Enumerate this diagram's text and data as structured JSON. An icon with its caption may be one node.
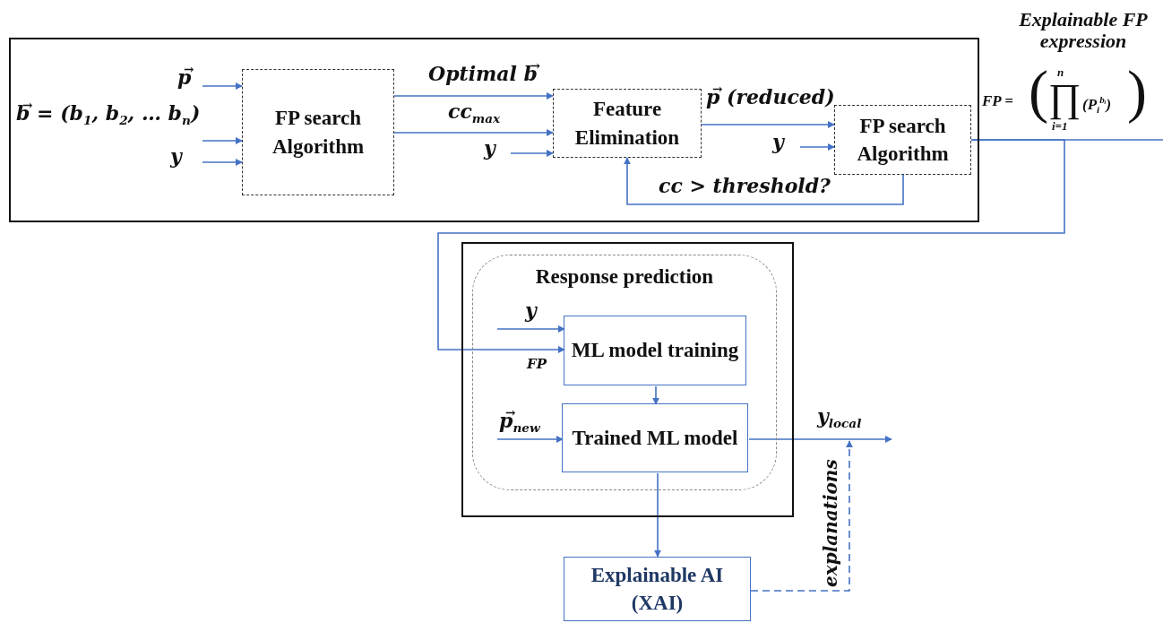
{
  "diagram": {
    "nodes": [
      {
        "text": [],
        "shape": "box"
      },
      {
        "text": [
          "FP search Algorithm"
        ],
        "in": 0
      },
      {
        "text": [
          "Feature Elimination"
        ],
        "in": 0
      },
      {
        "text": [
          "FP search Algorithm"
        ],
        "in": 0
      },
      {
        "text": [],
        "shape": "box"
      },
      {
        "text": [
          "Response prediction"
        ],
        "in": 4
      },
      {
        "text": [
          "ML model training"
        ],
        "in": 5
      },
      {
        "text": [
          "Trained ML model"
        ],
        "in": 5
      },
      {
        "text": [
          "Explainable AI (XAI)"
        ]
      }
    ],
    "edges": [
      {
        "from": null,
        "to": 1,
        "arrow": "to",
        "label": "p$^{→}$"
      },
      {
        "from": null,
        "to": 1,
        "arrow": "to",
        "label": "b$^{→}$ = (b$_{1}$, b$_{2}$, … b$_{n}$)"
      },
      {
        "from": null,
        "to": 1,
        "arrow": "to",
        "label": "y"
      },
      {
        "from": 1,
        "to": 2,
        "arrow": "to",
        "label": "Optimal b$^{→}$"
      },
      {
        "from": 1,
        "to": 2,
        "arrow": "to",
        "label": "cc$_{max}$"
      },
      {
        "from": null,
        "to": 2,
        "arrow": "to",
        "label": "y"
      },
      {
        "from": 2,
        "to": 3,
        "arrow": "to",
        "label": "p$^{→}$ (reduced)"
      },
      {
        "from": null,
        "to": 3,
        "arrow": "to",
        "label": "y"
      },
      {
        "from": 3,
        "to": 2,
        "arrow": "to",
        "label": "cc > threshold?"
      },
      {
        "from": 3,
        "to": null,
        "arrow": "none"
      },
      {
        "from": 3,
        "to": 6,
        "arrow": "to",
        "label": "FP"
      },
      {
        "from": null,
        "to": 6,
        "arrow": "to",
        "label": "y"
      },
      {
        "from": 6,
        "to": 7,
        "arrow": "to"
      },
      {
        "from": null,
        "to": 7,
        "arrow": "to",
        "label": "p$^{→}$$_{new}$"
      },
      {
        "from": 7,
        "to": null,
        "arrow": "to",
        "label": "y$_{local}$"
      },
      {
        "from": 7,
        "to": 8,
        "arrow": "to"
      },
      {
        "from": 8,
        "to": null,
        "arrow": "to",
        "label": "explanations",
        "style": "dashed"
      }
    ],
    "labels": [
      "Explainable FP expression",
      "FP =",
      "(",
      "n",
      "∏",
      "i=1",
      "(P$_{i}$$^{bᵢ}$)",
      ")"
    ]
  }
}
